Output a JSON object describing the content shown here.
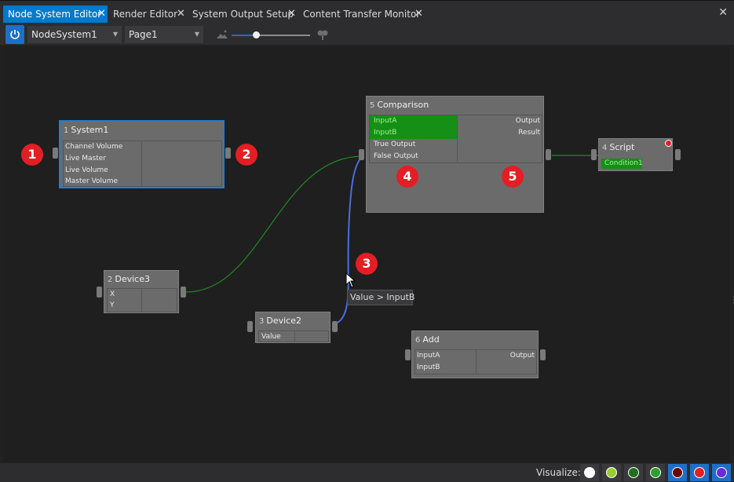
{
  "tabs": [
    {
      "label": "Node System Editor",
      "active": true
    },
    {
      "label": "Render Editor",
      "active": false
    },
    {
      "label": "System Output Setup",
      "active": false
    },
    {
      "label": "Content Transfer Monitor",
      "active": false
    }
  ],
  "toolbar": {
    "system_dropdown": "NodeSystem1",
    "page_dropdown": "Page1",
    "zoom_slider_fraction": 0.31
  },
  "nodes": {
    "system1": {
      "num": "1",
      "title": "System1",
      "inputs": [
        "Channel Volume",
        "Live Master",
        "Live Volume",
        "Master Volume"
      ],
      "outputs": []
    },
    "device3": {
      "num": "2",
      "title": "Device3",
      "inputs": [
        "X",
        "Y"
      ],
      "outputs": []
    },
    "device2": {
      "num": "3",
      "title": "Device2",
      "inputs": [
        "Value"
      ],
      "outputs": []
    },
    "comparison": {
      "num": "5",
      "title": "Comparison",
      "inputs": [
        "InputA",
        "InputB",
        "True Output",
        "False Output"
      ],
      "outputs": [
        "Output",
        "Result"
      ]
    },
    "script": {
      "num": "4",
      "title": "Script",
      "inputs": [
        "Condition1"
      ],
      "outputs": []
    },
    "add": {
      "num": "6",
      "title": "Add",
      "inputs": [
        "InputA",
        "InputB"
      ],
      "outputs": [
        "Output"
      ]
    }
  },
  "tooltip": "Value > InputB",
  "markers": [
    "1",
    "2",
    "3",
    "4",
    "5"
  ],
  "footer": {
    "label": "Visualize:",
    "buttons": [
      {
        "color": "#ffffff",
        "active": false
      },
      {
        "color": "#9acd32",
        "active": false
      },
      {
        "color": "#1f6f1f",
        "active": false
      },
      {
        "color": "#2e9e2e",
        "active": false
      },
      {
        "color": "#6b0000",
        "active": true
      },
      {
        "color": "#e31e24",
        "active": true
      },
      {
        "color": "#6a2bd9",
        "active": true
      }
    ]
  },
  "colors": {
    "accent": "#007acc",
    "wire_green": "#1f8a1f",
    "wire_blue": "#4a6fe0",
    "highlight_port": "#168f16",
    "marker": "#e31e24"
  }
}
